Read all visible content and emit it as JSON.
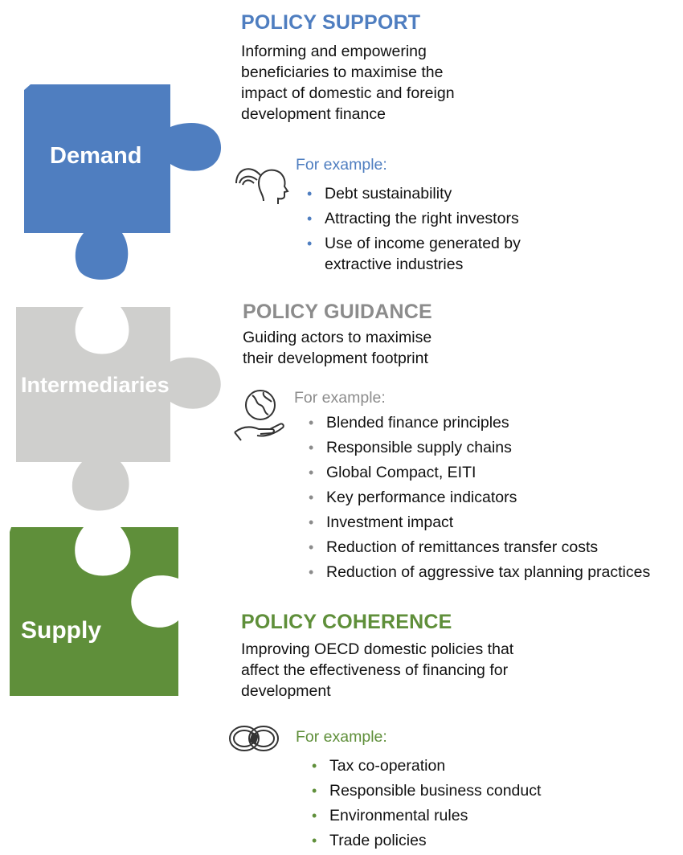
{
  "colors": {
    "demand": "#4f7ec0",
    "intermediaries": "#cfcfcd",
    "supply": "#5f8f3a",
    "guidance_title": "#8c8c8c"
  },
  "pieces": {
    "demand": "Demand",
    "intermediaries": "Intermediaries",
    "supply": "Supply"
  },
  "support": {
    "title": "POLICY SUPPORT",
    "description": "Informing and empowering beneficiaries to maximise the impact of domestic and foreign development finance",
    "icon": "head-signal-icon",
    "example_label": "For example:",
    "items": [
      "Debt sustainability",
      "Attracting the right investors",
      "Use of income generated by",
      "extractive industries"
    ]
  },
  "guidance": {
    "title": "POLICY GUIDANCE",
    "description": "Guiding actors to maximise their development footprint",
    "icon": "globe-in-hand-icon",
    "example_label": "For example:",
    "items": [
      "Blended finance principles",
      "Responsible supply chains",
      "Global Compact, EITI",
      "Key performance indicators",
      "Investment impact",
      "Reduction of remittances transfer costs",
      "Reduction of aggressive tax planning practices"
    ]
  },
  "coherence": {
    "title": "POLICY COHERENCE",
    "description": "Improving OECD domestic policies that affect the effectiveness of financing for development",
    "icon": "interlocked-rings-icon",
    "example_label": "For example:",
    "items": [
      "Tax co-operation",
      "Responsible business conduct",
      "Environmental rules",
      "Trade policies"
    ]
  }
}
